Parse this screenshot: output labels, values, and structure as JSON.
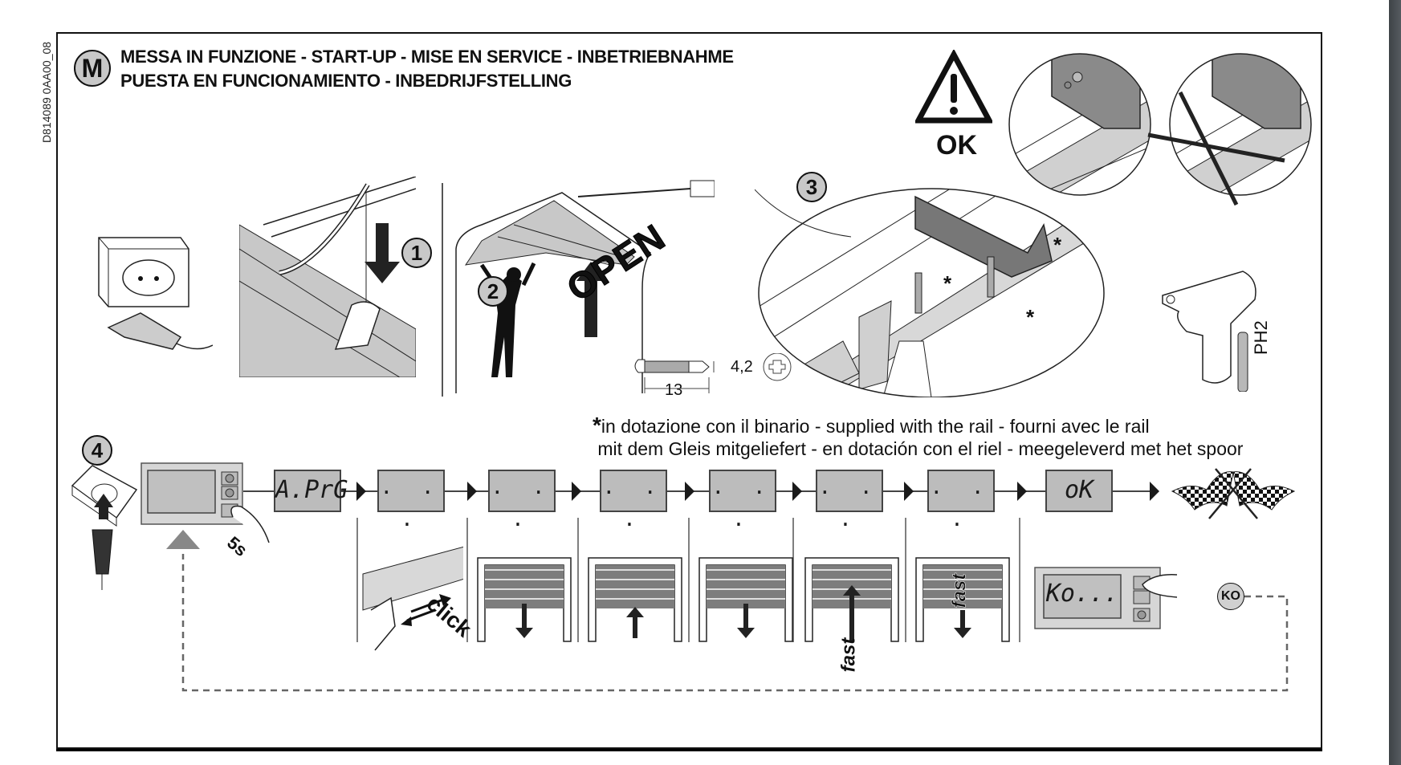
{
  "document": {
    "doc_id": "D814089 0AA00_08",
    "section_letter": "M",
    "title_line1": "MESSA IN FUNZIONE - START-UP - MISE EN SERVICE - INBETRIEBNAHME",
    "title_line2": "PUESTA EN FUNCIONAMIENTO - INBEDRIJFSTELLING"
  },
  "warning": {
    "icon": "warning-triangle-icon",
    "label": "OK",
    "correct_mount_icon": "rail-bracket-correct-icon",
    "wrong_mount_icon": "rail-bracket-wrong-icon"
  },
  "steps": [
    {
      "number": "1",
      "description_icon": "release-cord-pull-icon"
    },
    {
      "number": "2",
      "door_label": "OPEN",
      "description_icon": "person-lifting-door-icon"
    },
    {
      "number": "3",
      "description_icon": "screw-bracket-to-rail-icon"
    },
    {
      "number": "4",
      "description_icon": "plug-in-power-icon"
    }
  ],
  "screw": {
    "length": "13",
    "diameter": "4,2"
  },
  "tool": {
    "bit": "PH2",
    "icon": "cordless-drill-icon"
  },
  "asterisk_note": {
    "marker": "*",
    "line1": "in dotazione con il binario - supplied with the rail - fourni avec le rail",
    "line2": "mit dem Gleis mitgeliefert - en dotación con el riel - meegeleverd met het spoor"
  },
  "sequence": {
    "press_duration": "5s",
    "displays": [
      "A.PrG",
      ". . .",
      ". . .",
      ". . .",
      ". . .",
      ". . .",
      ". . .",
      "oK"
    ],
    "sub_steps": [
      {
        "label": "click",
        "icon": "carriage-engage-icon"
      },
      {
        "direction": "down",
        "label": "",
        "icon": "door-close-icon"
      },
      {
        "direction": "up",
        "label": "",
        "icon": "door-open-icon"
      },
      {
        "direction": "down",
        "label": "",
        "icon": "door-close-icon"
      },
      {
        "direction": "up",
        "label": "fast",
        "icon": "door-open-fast-icon"
      },
      {
        "direction": "down",
        "label": "fast",
        "icon": "door-close-fast-icon"
      }
    ],
    "finish_icon": "checkered-flags-icon",
    "error_display": "Ko...",
    "error_badge": "KO"
  }
}
